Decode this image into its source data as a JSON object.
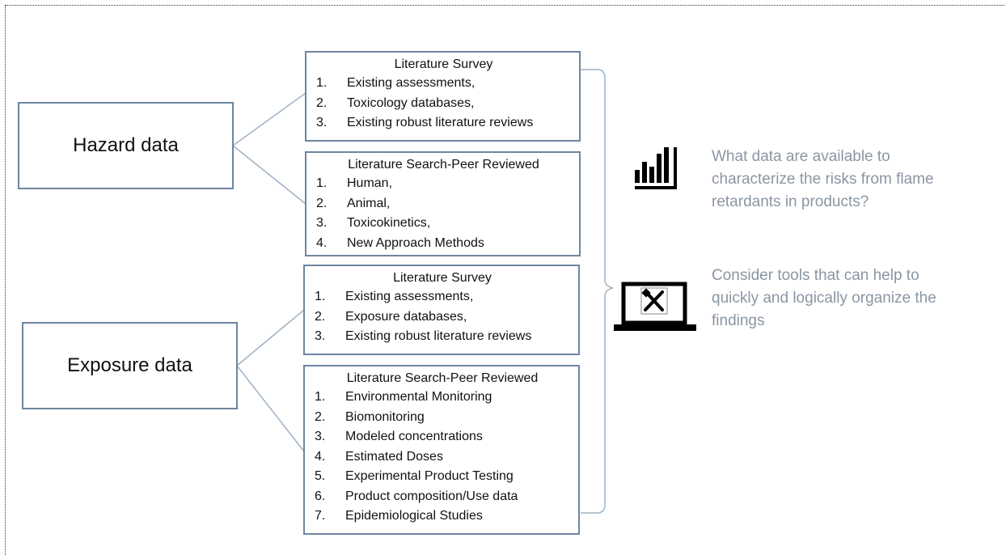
{
  "hazard": {
    "label": "Hazard data",
    "survey": {
      "title": "Literature Survey",
      "items": [
        {
          "num": "1.",
          "text": "Existing assessments,"
        },
        {
          "num": "2.",
          "text": "Toxicology databases,"
        },
        {
          "num": "3.",
          "text": "Existing robust literature reviews"
        }
      ]
    },
    "search": {
      "title": "Literature Search-Peer Reviewed",
      "items": [
        {
          "num": "1.",
          "text": "Human,"
        },
        {
          "num": "2.",
          "text": "Animal,"
        },
        {
          "num": "3.",
          "text": "Toxicokinetics,"
        },
        {
          "num": "4.",
          "text": "New Approach Methods"
        }
      ]
    }
  },
  "exposure": {
    "label": "Exposure data",
    "survey": {
      "title": "Literature Survey",
      "items": [
        {
          "num": "1.",
          "text": "Existing assessments,"
        },
        {
          "num": "2.",
          "text": "Exposure databases,"
        },
        {
          "num": "3.",
          "text": "Existing robust literature reviews"
        }
      ]
    },
    "search": {
      "title": "Literature Search-Peer Reviewed",
      "items": [
        {
          "num": "1.",
          "text": "Environmental Monitoring"
        },
        {
          "num": "2.",
          "text": "Biomonitoring"
        },
        {
          "num": "3.",
          "text": "Modeled concentrations"
        },
        {
          "num": "4.",
          "text": "Estimated Doses"
        },
        {
          "num": "5.",
          "text": "Experimental Product Testing"
        },
        {
          "num": "6.",
          "text": "Product composition/Use data"
        },
        {
          "num": "7.",
          "text": "Epidemiological Studies"
        }
      ]
    }
  },
  "questions": {
    "data_question": "What data are available to characterize the risks from flame retardants in products?",
    "tools_question": "Consider tools that can help to quickly and logically organize the findings"
  },
  "icons": {
    "chart": "bar-chart-icon",
    "tools": "laptop-tools-icon"
  },
  "colors": {
    "box_border": "#6e86a0",
    "connector": "#9fb2c6",
    "question_text": "#8a96a3"
  }
}
